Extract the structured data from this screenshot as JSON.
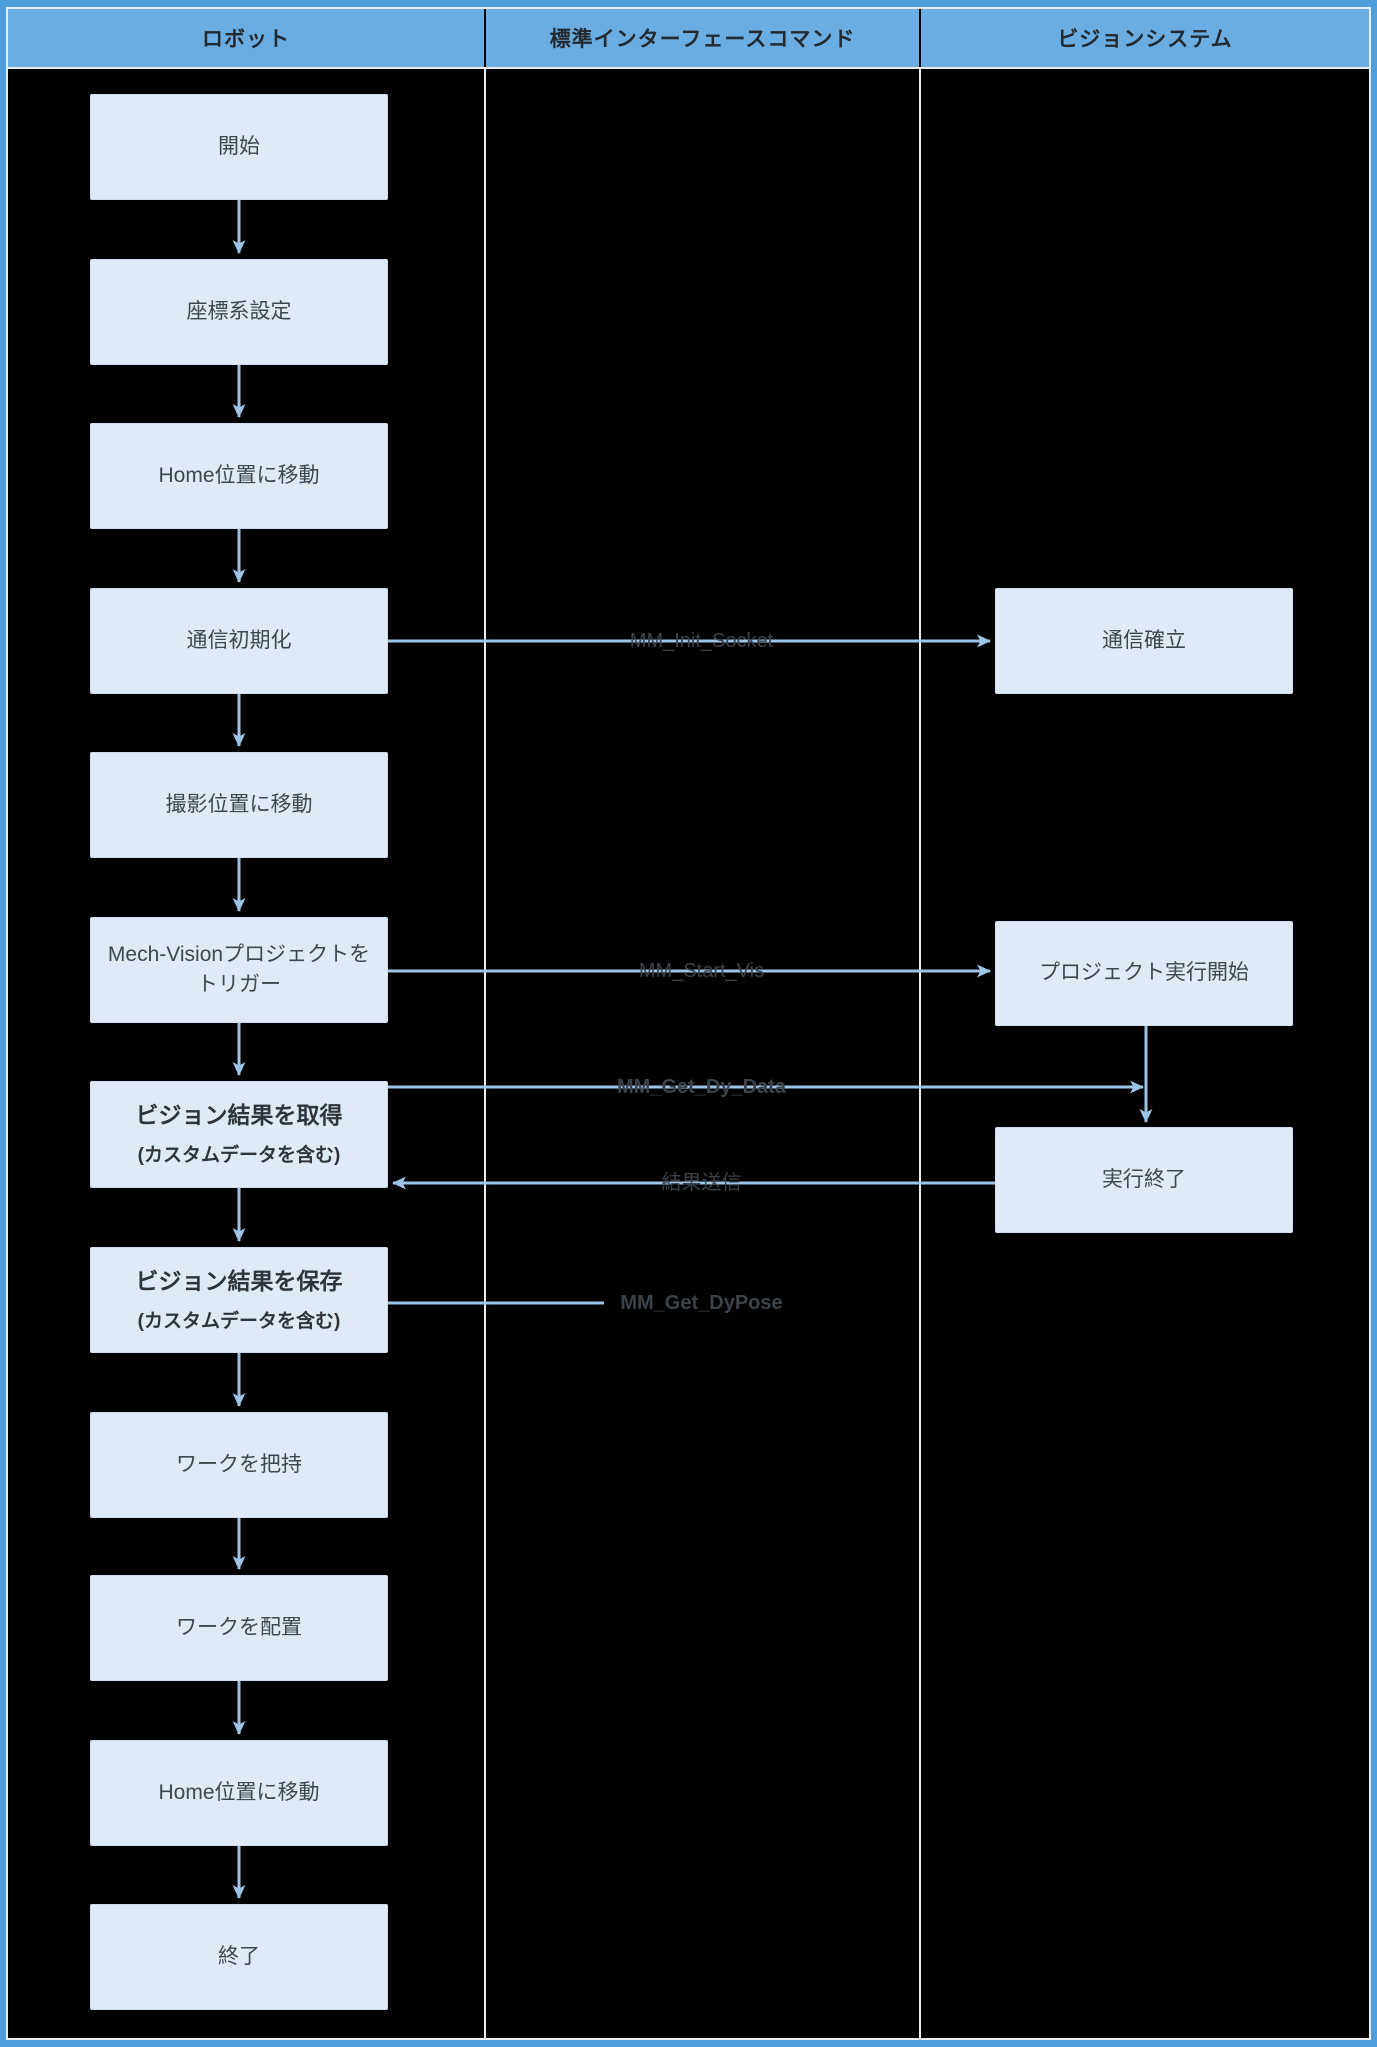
{
  "header": {
    "columns": [
      {
        "label": "ロボット"
      },
      {
        "label": "標準インターフェースコマンド"
      },
      {
        "label": "ビジョンシステム"
      }
    ]
  },
  "robot": {
    "boxes": [
      {
        "label": "開始"
      },
      {
        "label": "座標系設定"
      },
      {
        "label": "Home位置に移動"
      },
      {
        "label": "通信初期化"
      },
      {
        "label": "撮影位置に移動"
      },
      {
        "label": "Mech-Visionプロジェクトをトリガー"
      },
      {
        "label": "ビジョン結果を取得",
        "sublabel": "(カスタムデータを含む)"
      },
      {
        "label": "ビジョン結果を保存",
        "sublabel": "(カスタムデータを含む)"
      },
      {
        "label": "ワークを把持"
      },
      {
        "label": "ワークを配置"
      },
      {
        "label": "Home位置に移動"
      },
      {
        "label": "終了"
      }
    ]
  },
  "vision": {
    "boxes": [
      {
        "label": "通信確立"
      },
      {
        "label": "プロジェクト実行開始"
      },
      {
        "label": "実行終了"
      }
    ]
  },
  "commands": {
    "init_socket": "MM_Init_Socket",
    "start_vis": "MM_Start_Vis",
    "get_dy_data": "MM_Get_Dy_Data",
    "result_send": "結果送信",
    "get_dypose": "MM_Get_DyPose"
  },
  "colors": {
    "header_bg": "#69ade2",
    "box_bg": "#deebf7",
    "arrow": "#9dc5e8",
    "frame": "#4d9edb",
    "background": "#000000",
    "text_dark": "#3f464c"
  }
}
